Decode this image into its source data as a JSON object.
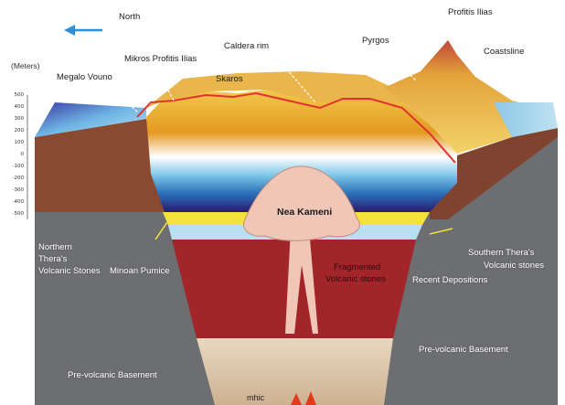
{
  "labels": {
    "north": "North",
    "meters": "(Meters)",
    "megalo_vouno": "Megalo Vouno",
    "mikros_profitis_ilias": "Mikros Profitis Ilias",
    "caldera_rim": "Caldera rim",
    "skaros": "Skaros",
    "pyrgos": "Pyrgos",
    "profitis_ilias": "Profitis Ilias",
    "coastline": "Coastsline",
    "nea_kameni": "Nea Kameni",
    "northern_thera_line1": "Northern",
    "northern_thera_line2": "Thera's",
    "northern_thera_line3": "Volcanic Stones",
    "minoan_pumice": "Minoan Pumice",
    "fragmented_line1": "Fragmented",
    "fragmented_line2": "Volcanic stones",
    "recent_depositions": "Recent Depositions",
    "southern_thera_line1": "Southern Thera's",
    "southern_thera_line2": "Volcanic stones",
    "prevolcanic_left": "Pre-volcanic Basement",
    "prevolcanic_right": "Pre-volcanic Basement",
    "bottom_partial": "mhic"
  },
  "scale_ticks": [
    "500",
    "400",
    "300",
    "200",
    "100",
    "0",
    "-100",
    "-200",
    "-300",
    "-400",
    "-500"
  ],
  "colors": {
    "rock_gray": "#6d6e72",
    "magma_red": "#a2252a",
    "terrain_brown": "#8a4a32",
    "caldera_gold": "#e7a92a",
    "sea_blue": "#3b9ccf",
    "pumice_yellow": "#f3e23a",
    "nea_kameni_pink": "#f0c6b6",
    "basement_sand": "#d9c3a8",
    "rim_line_red": "#e1322e",
    "north_arrow_blue": "#2f8fd6"
  }
}
